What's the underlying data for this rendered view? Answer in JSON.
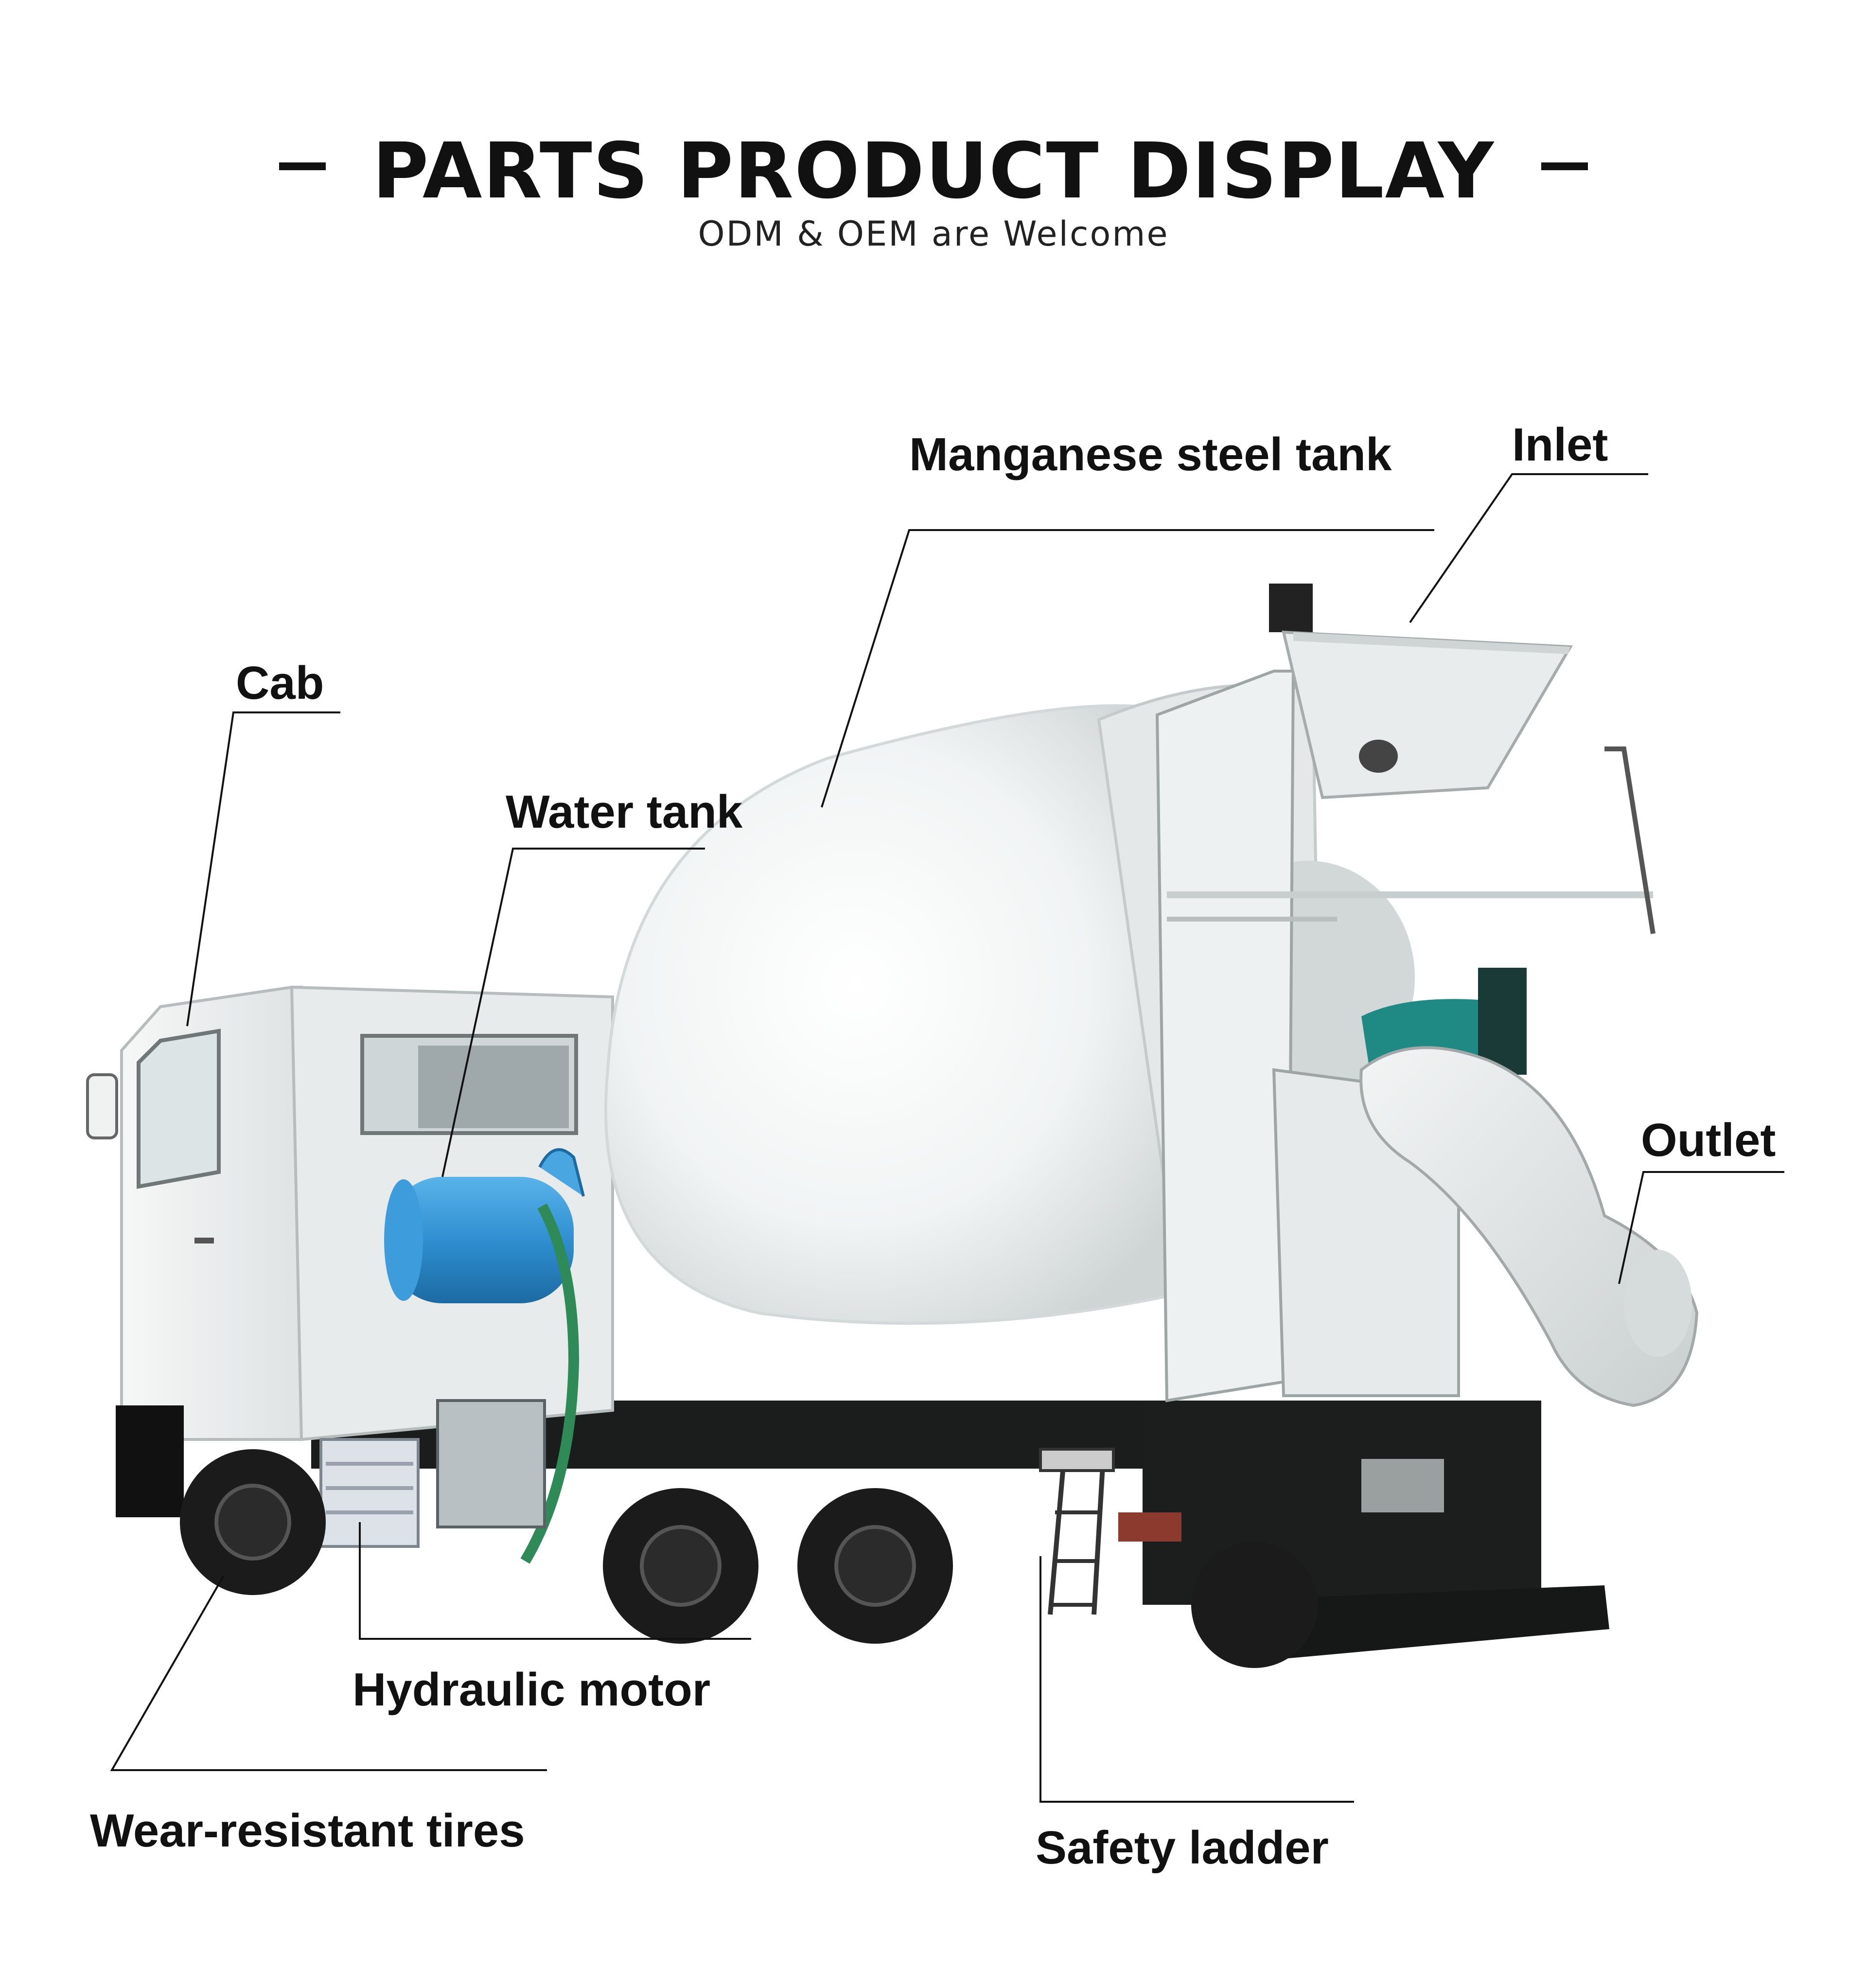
{
  "header": {
    "title": "PARTS PRODUCT DISPLAY",
    "subtitle": "ODM & OEM  are  Welcome"
  },
  "labels": {
    "manganese_steel_tank": "Manganese steel tank",
    "inlet": "Inlet",
    "cab": "Cab",
    "water_tank": "Water tank",
    "outlet": "Outlet",
    "hydraulic_motor": "Hydraulic motor",
    "wear_resistant_tires": "Wear-resistant tires",
    "safety_ladder": "Safety ladder"
  },
  "colors": {
    "background": "#ffffff",
    "text": "#111111",
    "water_tank": "#2f8fd0",
    "drum_band": "#1f8a84",
    "chassis": "#1a1d1c"
  }
}
